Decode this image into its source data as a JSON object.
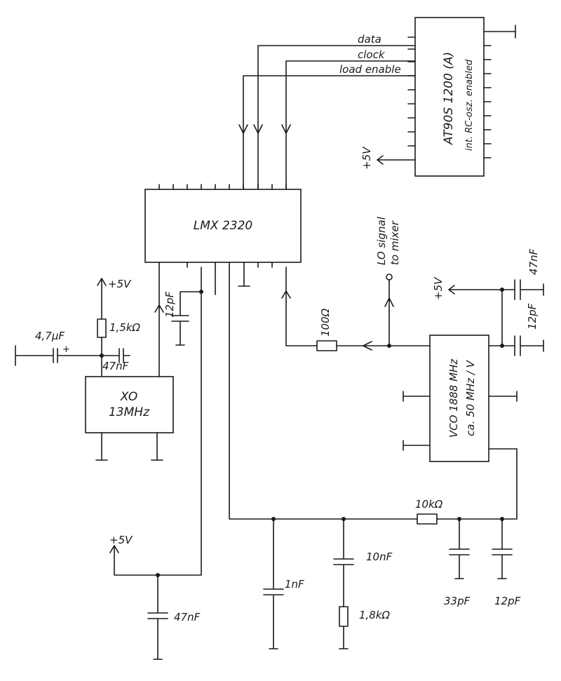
{
  "colors": {
    "ink": "#1a1a1a",
    "paper": "#ffffff"
  },
  "mcu": {
    "name": "AT90S 1200 (A)",
    "note": "int. RC-osz. enabled"
  },
  "signals": {
    "data": "data",
    "clock": "clock",
    "load_enable": "load enable"
  },
  "pll": {
    "name": "LMX 2320"
  },
  "xo": {
    "name": "XO",
    "freq": "13MHz"
  },
  "vco": {
    "name": "VCO 1888 MHz",
    "gain": "ca. 50 MHz / V"
  },
  "lo": {
    "line1": "LO signal",
    "line2": "to mixer"
  },
  "supply": {
    "v_mcu": "+5V",
    "v_xo": "+5V",
    "v_vco": "+5V",
    "v_bottom": "+5V"
  },
  "components": {
    "c_in": "4,7µF",
    "plus": "+",
    "r_xo": "1,5kΩ",
    "c_xo": "47nF",
    "c_12p_pll": "12pF",
    "r_100": "100Ω",
    "c_vco_top": "47nF",
    "c_vco_mid": "12pF",
    "r_10k": "10kΩ",
    "c_1n": "1nF",
    "c_10n": "10nF",
    "r_1k8": "1,8kΩ",
    "c_33p": "33pF",
    "c_12p_loop": "12pF",
    "c_47n_bottom": "47nF"
  }
}
